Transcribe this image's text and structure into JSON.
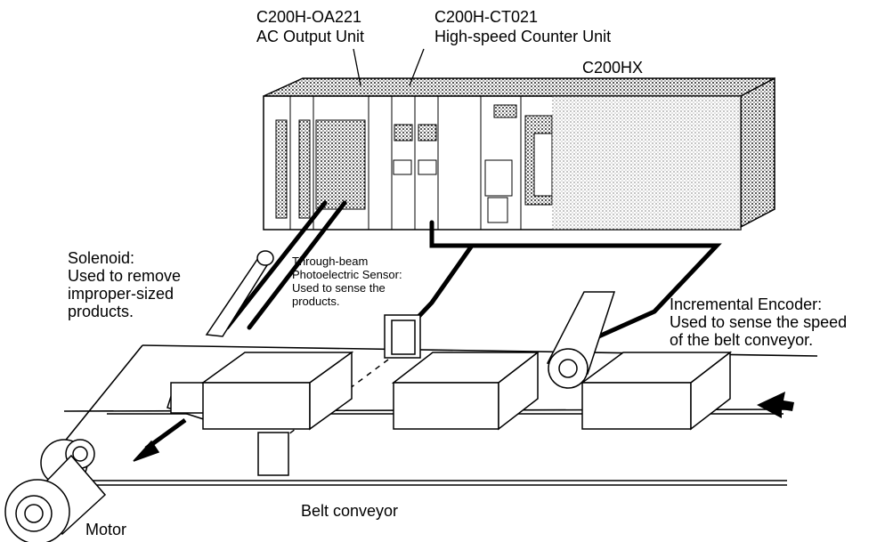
{
  "labels": {
    "output_unit": {
      "model": "C200H-OA221",
      "name": "AC Output Unit"
    },
    "counter_unit": {
      "model": "C200H-CT021",
      "name": "High-speed Counter Unit"
    },
    "plc": "C200HX",
    "solenoid": [
      "Solenoid:",
      "Used to remove",
      "improper-sized",
      "products."
    ],
    "photo_sensor": [
      "Through-beam",
      "Photoelectric Sensor:",
      "Used to sense the",
      "products."
    ],
    "encoder": [
      "Incremental Encoder:",
      "Used to sense the speed",
      "of the belt conveyor."
    ],
    "belt": "Belt conveyor",
    "motor": "Motor"
  }
}
